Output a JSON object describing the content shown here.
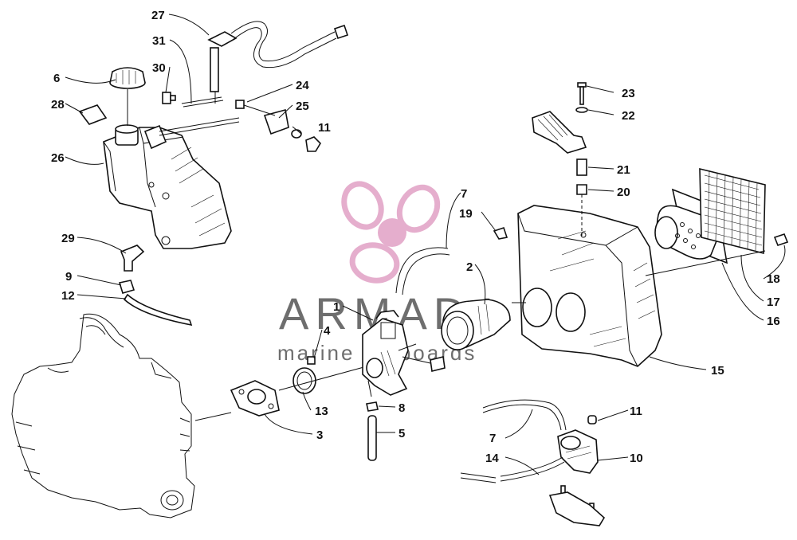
{
  "watermark": {
    "brand": "ARMADA",
    "tagline": "marine outboards",
    "logo_color": "#e3a6c8",
    "text_color": "#6e6e6e"
  },
  "callouts": {
    "c1": "1",
    "c2": "2",
    "c3": "3",
    "c4": "4",
    "c5": "5",
    "c6": "6",
    "c7a": "7",
    "c7b": "7",
    "c8": "8",
    "c9": "9",
    "c10": "10",
    "c11a": "11",
    "c11b": "11",
    "c12": "12",
    "c13": "13",
    "c14": "14",
    "c15": "15",
    "c16": "16",
    "c17": "17",
    "c18": "18",
    "c19": "19",
    "c20": "20",
    "c21": "21",
    "c22": "22",
    "c23": "23",
    "c24": "24",
    "c25": "25",
    "c26": "26",
    "c27": "27",
    "c28": "28",
    "c29": "29",
    "c30": "30",
    "c31": "31"
  }
}
